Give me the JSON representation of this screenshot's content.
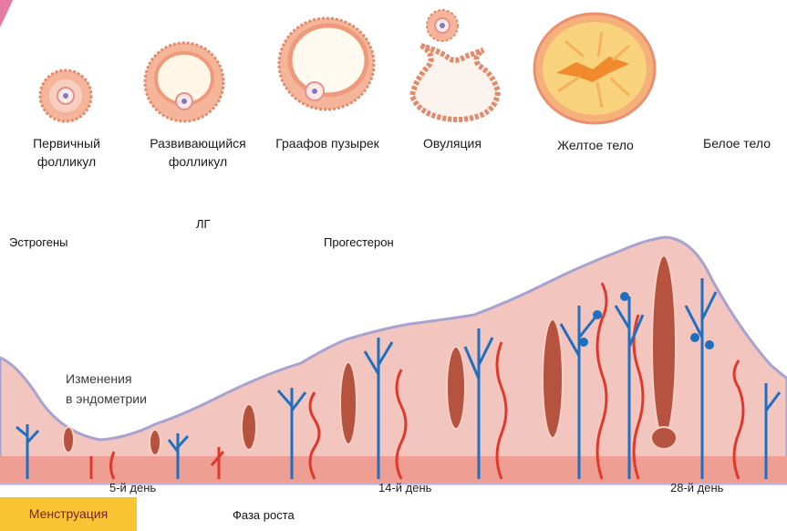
{
  "stages": [
    {
      "key": "primary",
      "line1": "Первичный",
      "line2": "фолликул"
    },
    {
      "key": "developing",
      "line1": "Развивающийся",
      "line2": "фолликул"
    },
    {
      "key": "graafian",
      "line1": "Граафов пузырек",
      "line2": ""
    },
    {
      "key": "ovulation",
      "line1": "Овуляция",
      "line2": ""
    },
    {
      "key": "yellow",
      "line1": "Желтое тело",
      "line2": ""
    },
    {
      "key": "white",
      "line1": "Белое тело",
      "line2": ""
    }
  ],
  "hormones": {
    "estrogen": "Эстрогены",
    "lh": "ЛГ",
    "progesterone": "Прогестерон"
  },
  "endometrium_caption": [
    "Изменения",
    "в эндометрии"
  ],
  "days": {
    "d5": "5-й день",
    "d14": "14-й день",
    "d28": "28-й день"
  },
  "phases": {
    "menstruation": "Менструация",
    "growth": "Фаза роста"
  },
  "colors": {
    "tissue": "#f3c5bf",
    "tissue_edge": "#a8a2cf",
    "artery": "#e0392b",
    "vein": "#1e6fc0",
    "gland": "#b5533e",
    "yellow_body": "#f7c56a",
    "phase_bar": "#f8c431"
  }
}
